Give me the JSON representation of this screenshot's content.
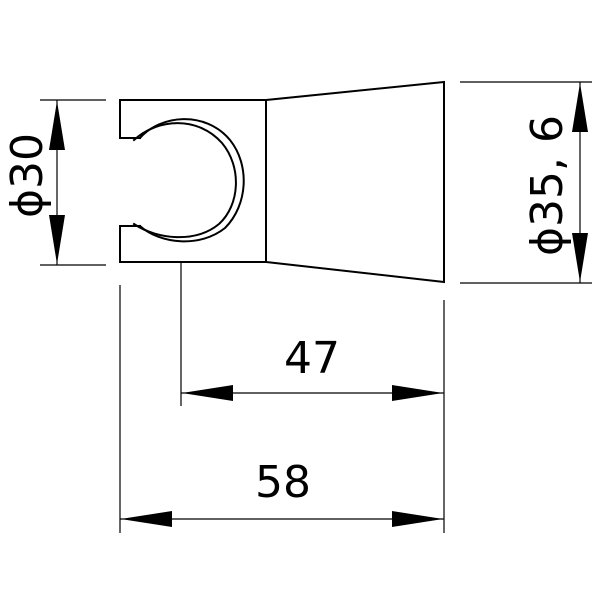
{
  "dimensions": {
    "diameter_left": "ϕ30",
    "diameter_right": "ϕ35, 6",
    "length_inner": "47",
    "length_overall": "58"
  },
  "colors": {
    "line": "#000000",
    "background": "#ffffff"
  }
}
